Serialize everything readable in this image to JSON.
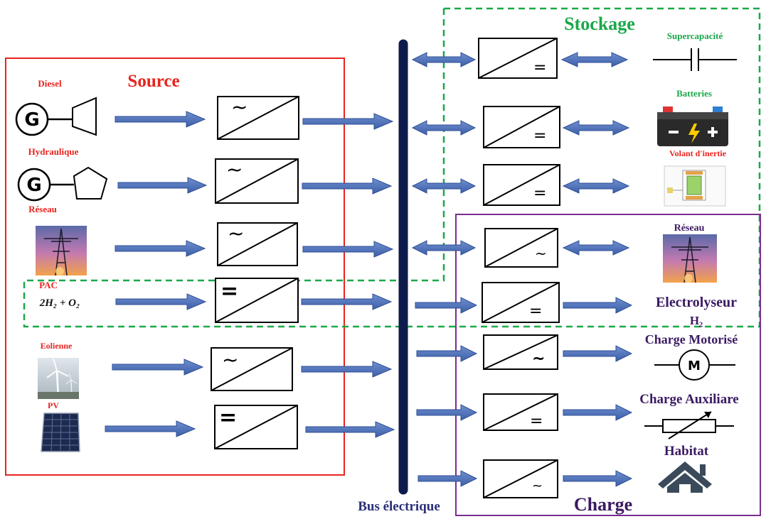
{
  "groups": {
    "source": "Source",
    "stockage": "Stockage",
    "charge": "Charge",
    "bus": "Bus électrique"
  },
  "sources": {
    "diesel": "Diesel",
    "hydraulique": "Hydraulique",
    "reseau": "Réseau",
    "pac": "PAC",
    "pac_formula": "2H₂ + O₂",
    "eolienne": "Eolienne",
    "pv": "PV",
    "generator_letter": "G"
  },
  "storage": {
    "supercap": "Supercapacité",
    "batteries": "Batteries",
    "volant": "Volant d'inertie"
  },
  "loads": {
    "reseau": "Réseau",
    "electrolyseur": "Electrolyseur",
    "h2": "H₂",
    "motorise": "Charge Motorisé",
    "motor_letter": "M",
    "auxiliaire": "Charge Auxiliare",
    "habitat": "Habitat"
  },
  "converter_symbols": {
    "ac": "~",
    "dc": "="
  },
  "colors": {
    "source_frame": "#e8231e",
    "stockage_frame": "#1aa84a",
    "charge_frame": "#7a2d91",
    "bus": "#0d1b4c",
    "arrow": "#4a6fb8"
  }
}
